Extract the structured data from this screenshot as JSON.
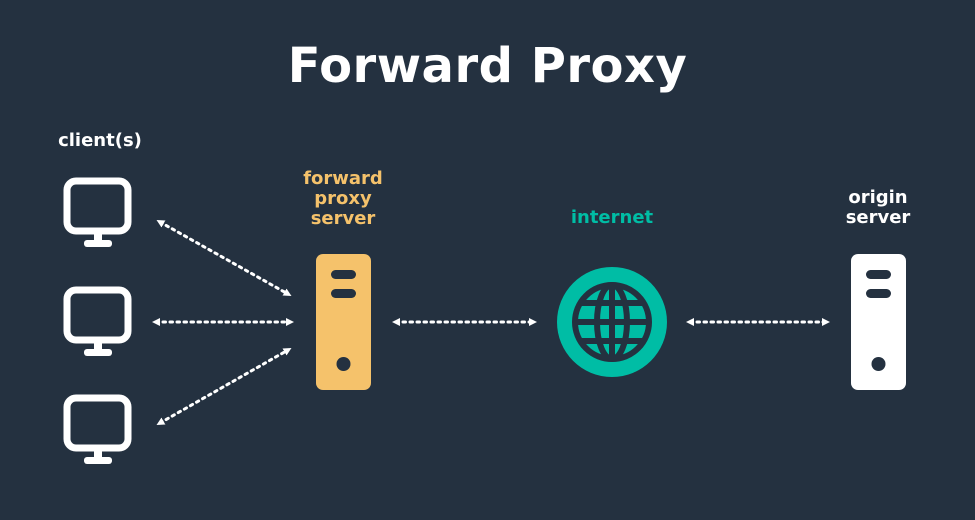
{
  "title": "Forward Proxy",
  "labels": {
    "clients": "client(s)",
    "proxy_line1": "forward",
    "proxy_line2": "proxy",
    "proxy_line3": "server",
    "internet": "internet",
    "origin_line1": "origin",
    "origin_line2": "server"
  },
  "colors": {
    "background": "#243140",
    "proxy": "#f5c26b",
    "internet": "#00bda5",
    "text": "#ffffff"
  },
  "icons": {
    "clients": [
      "monitor-icon",
      "monitor-icon",
      "monitor-icon"
    ],
    "proxy": "server-icon",
    "internet": "globe-icon",
    "origin": "server-icon"
  }
}
